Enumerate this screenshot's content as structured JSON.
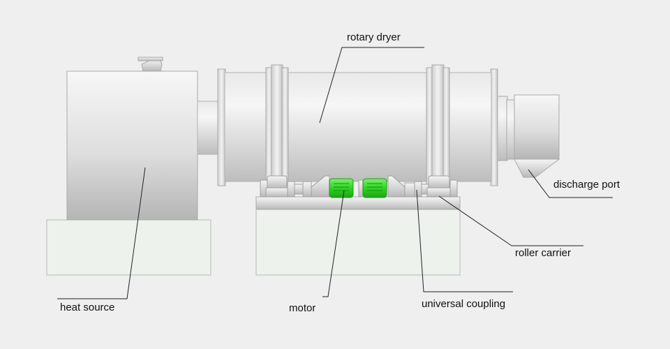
{
  "labels": {
    "rotary_dryer": "rotary dryer",
    "discharge_port": "discharge port",
    "roller_carrier": "roller carrier",
    "universal_coupling": "universal coupling",
    "motor": "motor",
    "heat_source": "heat source"
  },
  "colors": {
    "background": "#efefef",
    "base": "#edf2ed",
    "metal_light": "#f3f3f3",
    "metal_dark": "#b8b8b8",
    "motor": "#33d62a",
    "leader": "#222222"
  }
}
